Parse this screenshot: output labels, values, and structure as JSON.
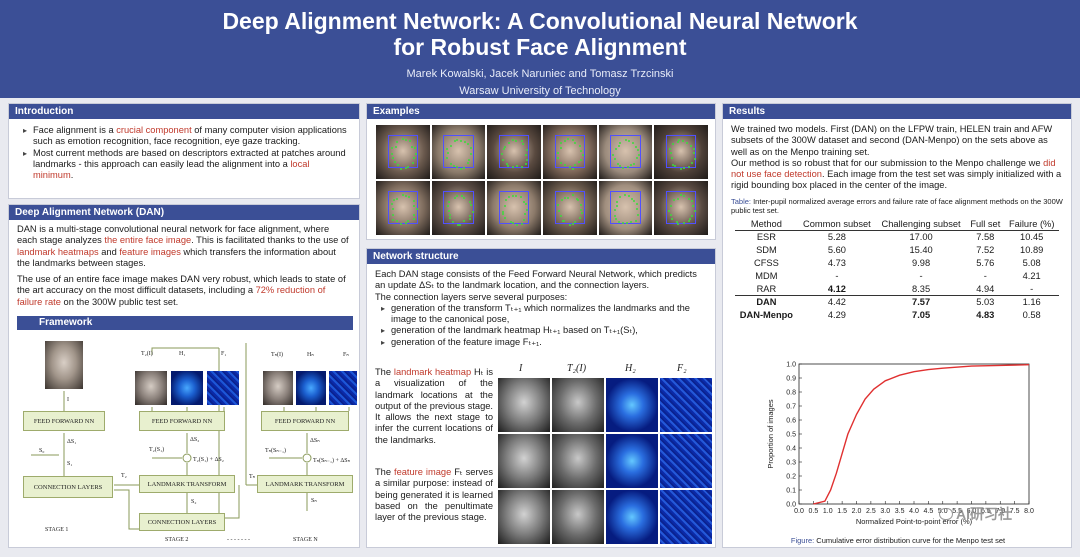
{
  "header": {
    "title_line1": "Deep Alignment Network: A Convolutional Neural Network",
    "title_line2": "for Robust Face Alignment",
    "authors": "Marek Kowalski, Jacek Naruniec and Tomasz Trzcinski",
    "affiliation": "Warsaw University of Technology"
  },
  "intro": {
    "heading": "Introduction",
    "b1_pre": "Face alignment is a ",
    "b1_red": "crucial component",
    "b1_post": " of many computer vision applications such as emotion recognition, face recognition, eye gaze tracking.",
    "b2_pre": "Most current methods are based on descriptors extracted at patches around landmarks - this approach can easily lead the alignment into a ",
    "b2_red": "local minimum",
    "b2_post": "."
  },
  "dan": {
    "heading": "Deep Alignment Network (DAN)",
    "p1_a": "DAN is a multi-stage convolutional neural network for face alignment, where each stage analyzes ",
    "p1_r1": "the entire face image",
    "p1_b": ". This is facilitated thanks to the use of ",
    "p1_r2": "landmark heatmaps",
    "p1_c": " and ",
    "p1_r3": "feature images",
    "p1_d": " which transfers the information about the landmarks between stages.",
    "p2_a": "The use of an entire face image makes DAN very robust, which leads to state of the art accuracy on the most difficult datasets, including a ",
    "p2_r": "72% reduction of failure rate",
    "p2_b": " on the 300W public test set.",
    "framework_heading": "Framework"
  },
  "framework": {
    "ffnn": "FEED FORWARD NN",
    "conn": "CONNECTION LAYERS",
    "lmt": "LANDMARK TRANSFORM",
    "stage1": "STAGE 1",
    "stage2": "STAGE 2",
    "stagen": "STAGE N",
    "dashes": "- - - - - - -",
    "l_I": "I",
    "l_T2I": "T₂(I)",
    "l_H1": "H₁",
    "l_F1": "F₁",
    "l_TNI": "Tₙ(I)",
    "l_HN": "Hₙ",
    "l_FN": "Fₙ",
    "l_dS1": "ΔS₁",
    "l_S0": "S₀",
    "l_S1": "S₁",
    "l_T2": "T₂",
    "l_T2S1": "T₂(S₁)",
    "l_dS2": "ΔS₂",
    "l_T2S1dS2": "T₂(S₁) + ΔS₂",
    "l_S2": "S₂",
    "l_TNSN1": "Tₙ(Sₙ₋₁)",
    "l_dSN": "ΔSₙ",
    "l_TNSN1dSN": "Tₙ(Sₙ₋₁) + ΔSₙ",
    "l_TN": "Tₙ",
    "l_SN": "Sₙ"
  },
  "examples": {
    "heading": "Examples"
  },
  "network": {
    "heading": "Network structure",
    "p1": "Each DAN stage consists of the Feed Forward Neural Network, which predicts an update ΔSₜ to the landmark location, and the connection layers.",
    "p2": "The connection layers serve several purposes:",
    "li1": "generation of the transform Tₜ₊₁ which normalizes the landmarks and the image to the canonical pose,",
    "li2": "generation of the landmark heatmap Hₜ₊₁ based on Tₜ₊₁(Sₜ),",
    "li3": "generation of the feature image Fₜ₊₁.",
    "h_pre": "The ",
    "h_red": "landmark heatmap",
    "h_post": " Hₜ is a visualization of the landmark locations at the output of the previous stage. It allows the next stage to infer the current locations of the landmarks.",
    "f_pre": "The ",
    "f_red": "feature image",
    "f_post": " Fₜ serves a similar purpose: instead of being generated it is learned based on the penultimate layer of the previous stage.",
    "col_I": "I",
    "col_T2I": "T₂(I)",
    "col_H2": "H₂",
    "col_F2": "F₂"
  },
  "results": {
    "heading": "Results",
    "p1": "We trained two models. First (DAN) on the LFPW train, HELEN train and AFW subsets of the 300W dataset and second (DAN-Menpo) on the sets above as well as on the Menpo training set.",
    "p2_a": "Our method is so robust that for our submission to the Menpo challenge we ",
    "p2_r": "did not use face detection",
    "p2_b": ". Each image from the test set was simply initialized with a rigid bounding box placed in the center of the image.",
    "table_caption_lbl": "Table:",
    "table_caption": " Inter-pupil normalized average errors and failure rate of face alignment methods on the 300W public test set.",
    "columns": [
      "Method",
      "Common subset",
      "Challenging subset",
      "Full set",
      "Failure (%)"
    ],
    "rows": [
      {
        "method": "ESR",
        "common": "5.28",
        "challenging": "17.00",
        "full": "7.58",
        "failure": "10.45"
      },
      {
        "method": "SDM",
        "common": "5.60",
        "challenging": "15.40",
        "full": "7.52",
        "failure": "10.89"
      },
      {
        "method": "CFSS",
        "common": "4.73",
        "challenging": "9.98",
        "full": "5.76",
        "failure": "5.08"
      },
      {
        "method": "MDM",
        "common": "-",
        "challenging": "-",
        "full": "-",
        "failure": "4.21"
      },
      {
        "method": "RAR",
        "common": "4.12",
        "challenging": "8.35",
        "full": "4.94",
        "failure": "-"
      },
      {
        "method": "DAN",
        "common": "4.42",
        "challenging": "7.57",
        "full": "5.03",
        "failure": "1.16"
      },
      {
        "method": "DAN-Menpo",
        "common": "4.29",
        "challenging": "7.05",
        "full": "4.83",
        "failure": "0.58"
      }
    ],
    "figure_caption_lbl": "Figure:",
    "figure_caption": " Cumulative error distribution curve for the Menpo test set"
  },
  "chart_data": {
    "type": "line",
    "title": "",
    "xlabel": "Normalized Point-to-point error (%)",
    "ylabel": "Proportion of images",
    "xlim": [
      0.0,
      8.0
    ],
    "ylim": [
      0.0,
      1.0
    ],
    "x_ticks": [
      "0.0",
      "0.5",
      "1.0",
      "1.5",
      "2.0",
      "2.5",
      "3.0",
      "3.5",
      "4.0",
      "4.5",
      "5.0",
      "5.5",
      "6.0",
      "6.5",
      "7.0",
      "7.5",
      "8.0"
    ],
    "y_ticks": [
      "0.0",
      "0.1",
      "0.2",
      "0.3",
      "0.4",
      "0.5",
      "0.6",
      "0.7",
      "0.8",
      "0.9",
      "1.0"
    ],
    "grid": false,
    "line_color": "#e03030",
    "series": [
      {
        "x": [
          0.5,
          0.9,
          1.1,
          1.3,
          1.5,
          1.7,
          2.0,
          2.3,
          2.6,
          3.0,
          3.5,
          4.0,
          4.5,
          5.0,
          6.0,
          7.0,
          8.0
        ],
        "values": [
          0.0,
          0.02,
          0.1,
          0.22,
          0.36,
          0.5,
          0.64,
          0.75,
          0.82,
          0.88,
          0.92,
          0.945,
          0.96,
          0.97,
          0.985,
          0.99,
          0.995
        ]
      }
    ]
  },
  "watermark": "AI研习社"
}
